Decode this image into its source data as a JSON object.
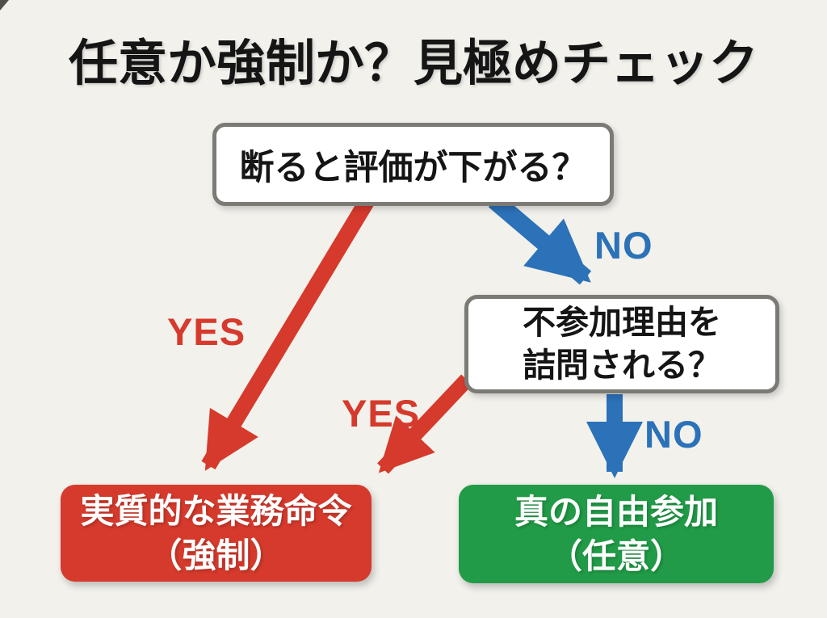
{
  "title": "任意か強制か？見極めチェック",
  "flowchart": {
    "q1": "断ると評価が下がる？",
    "q2_line1": "不参加理由を",
    "q2_line2": "詰問される？",
    "result_mandatory_line1": "実質的な業務命令",
    "result_mandatory_line2": "（強制）",
    "result_voluntary_line1": "真の自由参加",
    "result_voluntary_line2": "（任意）",
    "label_q1_yes": "YES",
    "label_q1_no": "NO",
    "label_q2_yes": "YES",
    "label_q2_no": "NO"
  },
  "colors": {
    "background": "#f2f1ec",
    "red": "#d53a2c",
    "blue": "#2b72b8",
    "green": "#219b47",
    "box_border": "#7b7a74",
    "box_fill": "#ffffff",
    "text": "#151515",
    "result_text": "#ffffff"
  }
}
